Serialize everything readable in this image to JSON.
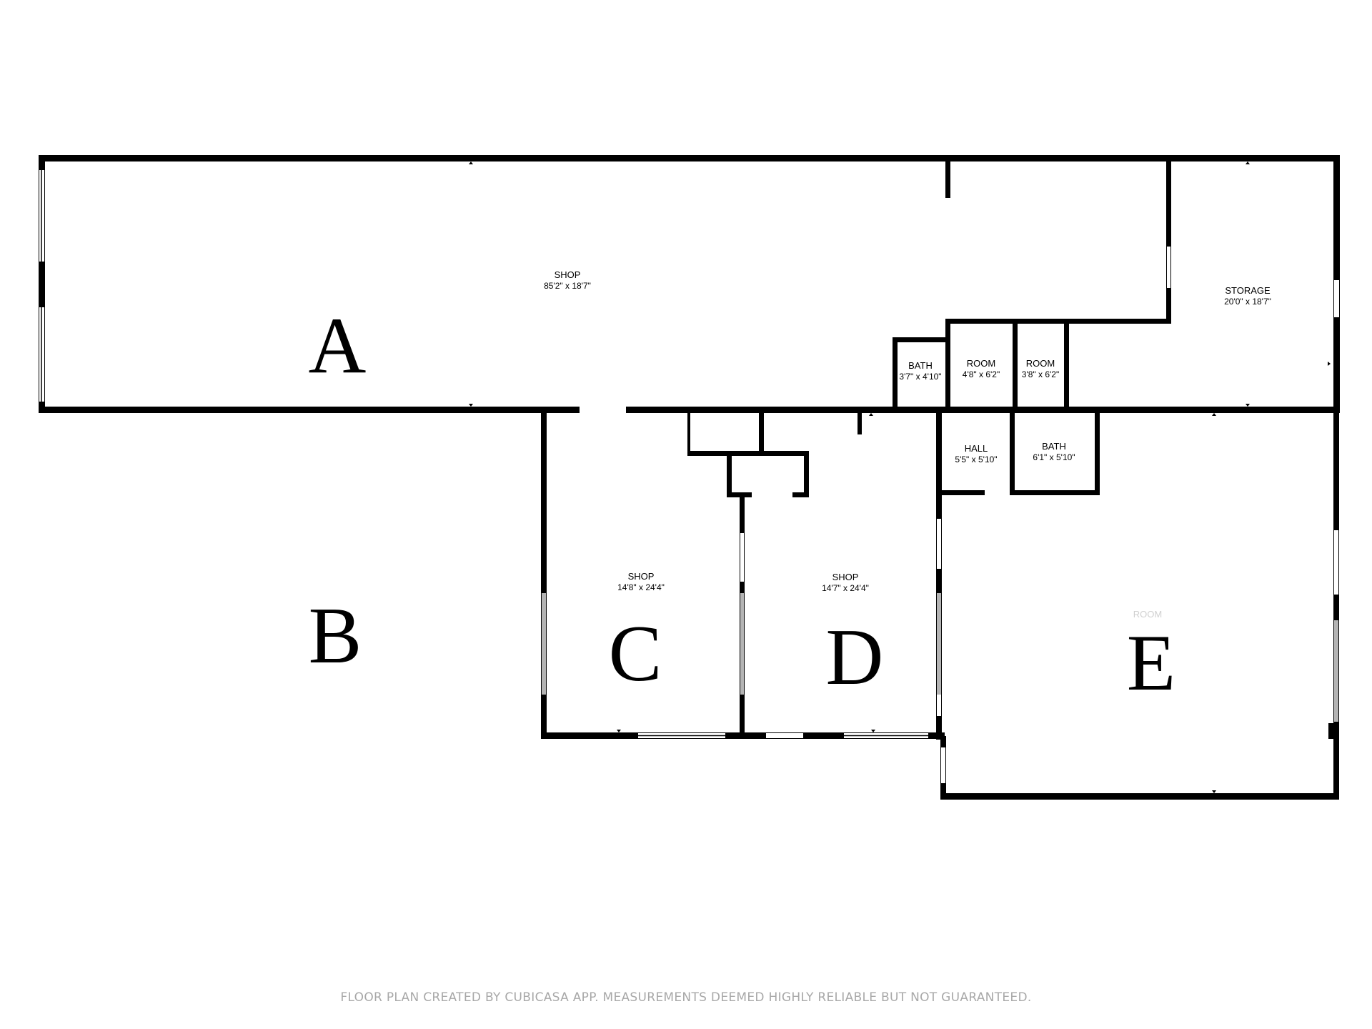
{
  "rooms": [
    {
      "id": "shop-a",
      "name": "SHOP",
      "dims": "85'2\" x 18'7\""
    },
    {
      "id": "storage",
      "name": "STORAGE",
      "dims": "20'0\" x 18'7\""
    },
    {
      "id": "bath-1",
      "name": "BATH",
      "dims": "3'7\" x 4'10\""
    },
    {
      "id": "room-1",
      "name": "ROOM",
      "dims": "4'8\" x 6'2\""
    },
    {
      "id": "room-2",
      "name": "ROOM",
      "dims": "3'8\" x 6'2\""
    },
    {
      "id": "hall",
      "name": "HALL",
      "dims": "5'5\" x 5'10\""
    },
    {
      "id": "bath-2",
      "name": "BATH",
      "dims": "6'1\" x 5'10\""
    },
    {
      "id": "shop-c",
      "name": "SHOP",
      "dims": "14'8\" x 24'4\""
    },
    {
      "id": "shop-d",
      "name": "SHOP",
      "dims": "14'7\" x 24'4\""
    },
    {
      "id": "room-e",
      "name": "ROOM",
      "dims": ""
    }
  ],
  "sections": [
    "A",
    "B",
    "C",
    "D",
    "E"
  ],
  "footer": "FLOOR PLAN CREATED BY CUBICASA APP. MEASUREMENTS DEEMED HIGHLY RELIABLE BUT NOT GUARANTEED."
}
